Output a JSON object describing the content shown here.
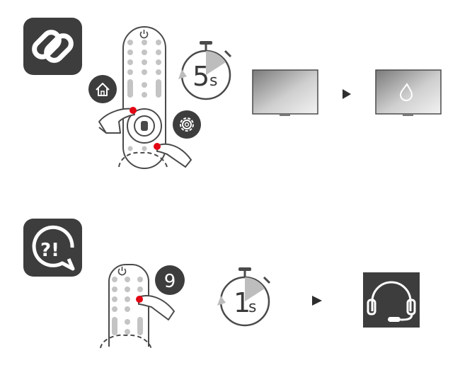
{
  "colors": {
    "panel_bg": "#e8e8e8",
    "icon_tile": "#3d3d3d",
    "press_point": "#e30613",
    "outline": "#4a4a4a",
    "remote_key": "#c4c4c4"
  },
  "steps": [
    {
      "icon": "chain-link-icon",
      "buttons": [
        "home-icon",
        "gear-icon"
      ],
      "timer": {
        "value": "5",
        "unit": "s"
      },
      "result": [
        "tv-screen-blank",
        "tv-screen-pairing-drop"
      ]
    },
    {
      "icon": "question-exclamation-bubble-icon",
      "buttons": [
        "9"
      ],
      "timer": {
        "value": "1",
        "unit": "s"
      },
      "result": [
        "headset-icon"
      ]
    }
  ]
}
